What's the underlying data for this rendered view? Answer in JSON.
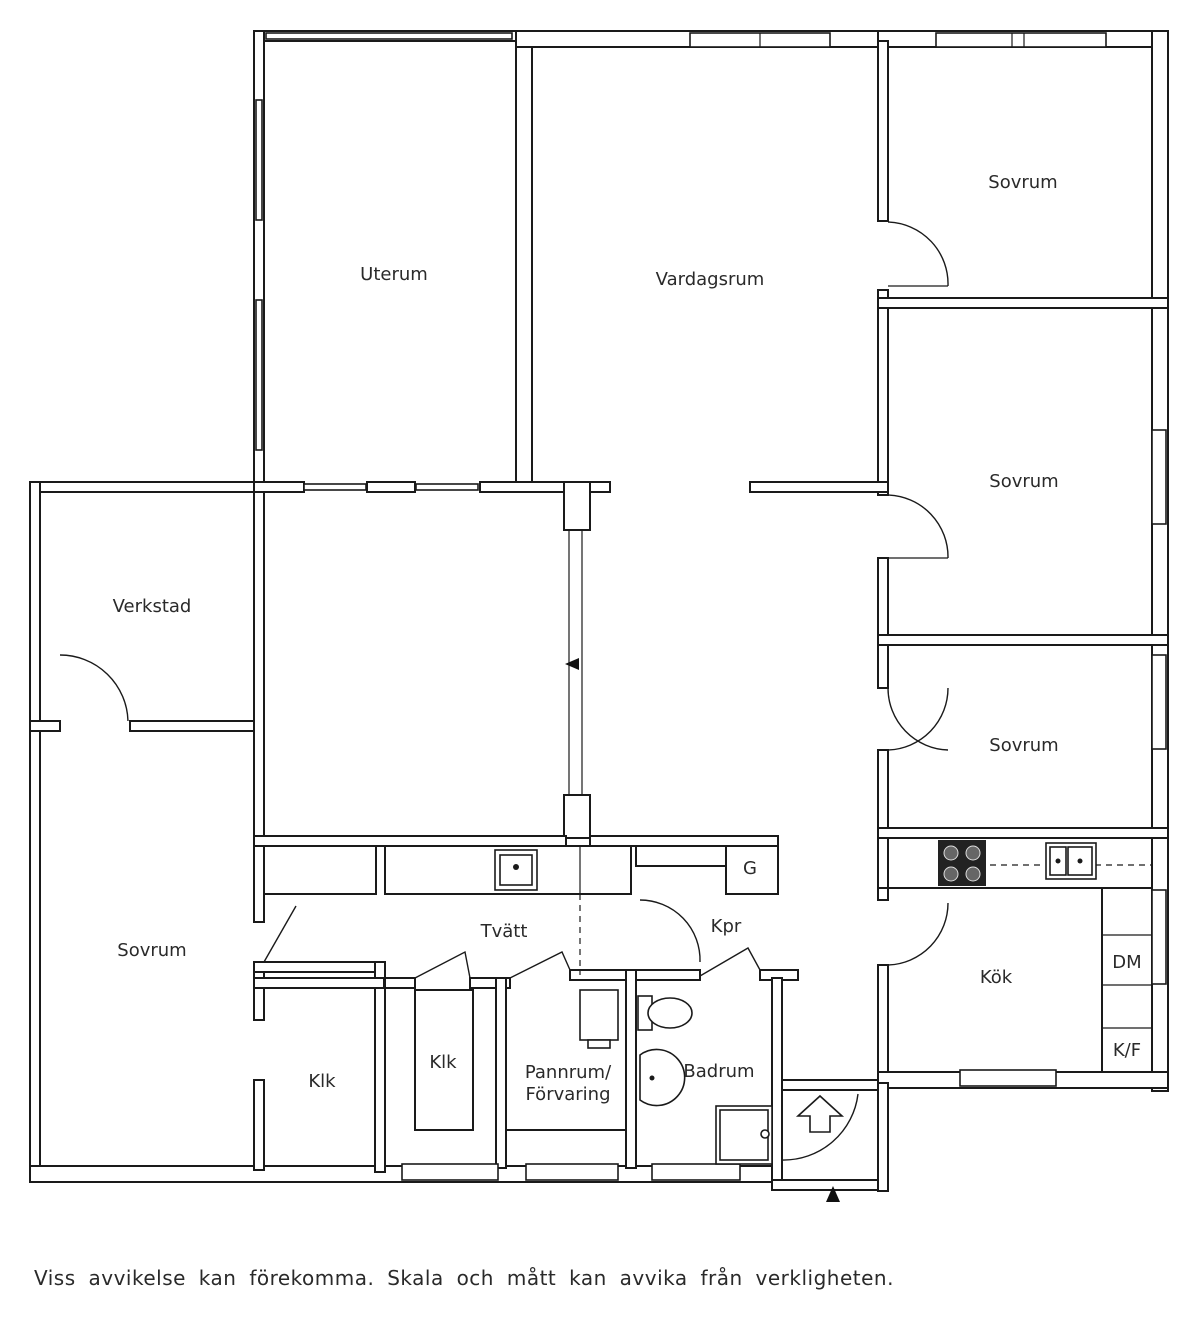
{
  "rooms": {
    "uterum": "Uterum",
    "vardagsrum": "Vardagsrum",
    "sovrum_1": "Sovrum",
    "sovrum_2": "Sovrum",
    "sovrum_3": "Sovrum",
    "sovrum_4": "Sovrum",
    "verkstad": "Verkstad",
    "tvatt": "Tvätt",
    "kpr": "Kpr",
    "kok": "Kök",
    "klk_1": "Klk",
    "klk_2": "Klk",
    "pannrum_line1": "Pannrum/",
    "pannrum_line2": "Förvaring",
    "badrum": "Badrum"
  },
  "fixtures": {
    "g": "G",
    "dm": "DM",
    "kf": "K/F"
  },
  "footnote": "Viss avvikelse kan förekomma. Skala och mått kan avvika från verkligheten."
}
